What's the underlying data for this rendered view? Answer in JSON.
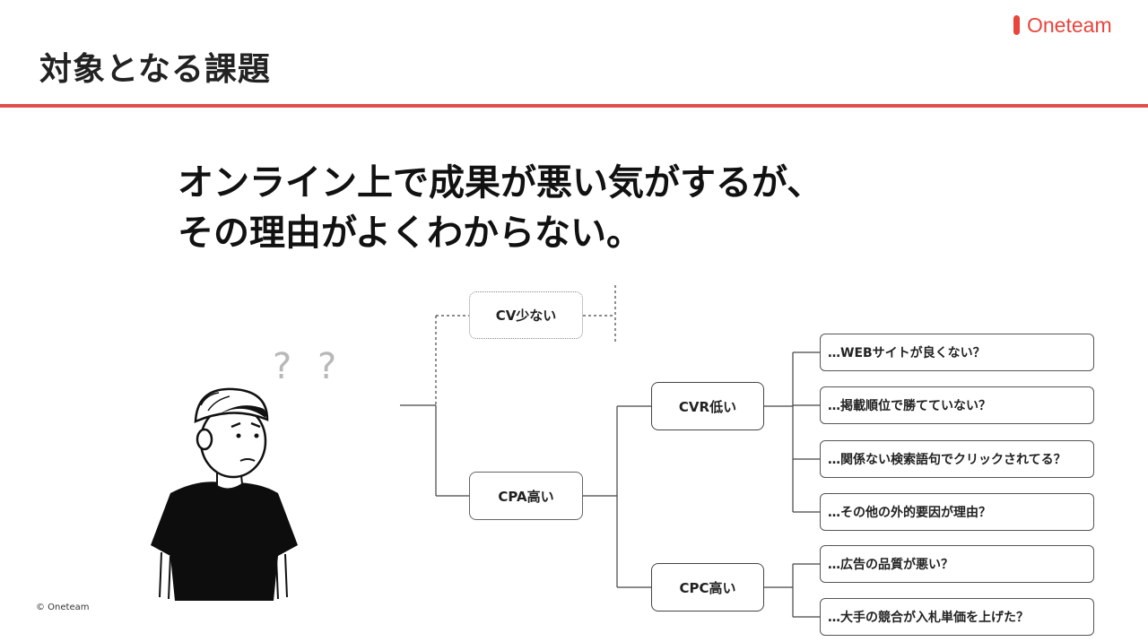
{
  "slide": {
    "title": "対象となる課題",
    "logo_text": "Oneteam",
    "headline_line1": "オンライン上で成果が悪い気がするが、",
    "headline_line2": "その理由がよくわからない。",
    "copyright": "© Oneteam",
    "question_marks": [
      "?",
      "?"
    ]
  },
  "tree": {
    "cv_low": "CV少ない",
    "cpa_high": "CPA高い",
    "cvr_low": "CVR低い",
    "cpc_high": "CPC高い",
    "causes": [
      "…WEBサイトが良くない？",
      "…掲載順位で勝てていない？",
      "…関係ない検索語句でクリックされてる？",
      "…その他の外的要因が理由？",
      "…広告の品質が悪い？",
      "…大手の競合が入札単価を上げた？"
    ]
  },
  "colors": {
    "accent": "#e0504a",
    "text": "#111111",
    "qmark": "#b8b8b8"
  }
}
